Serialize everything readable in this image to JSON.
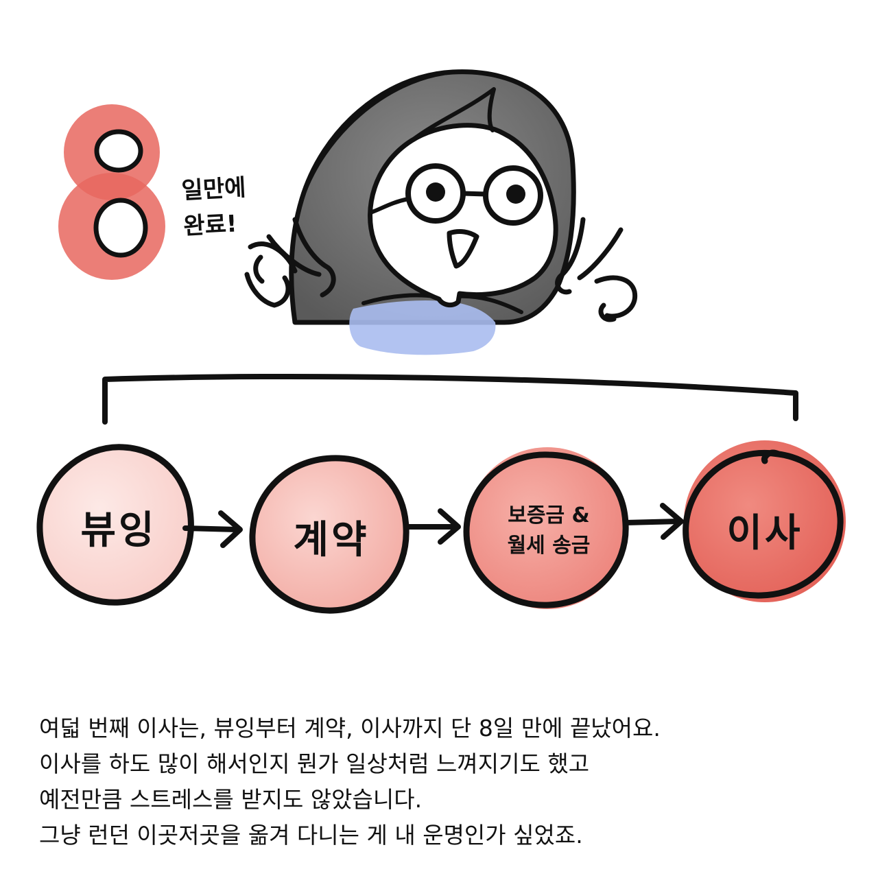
{
  "badge": {
    "number": "8",
    "note_line1": "일만에",
    "note_line2": "완료!"
  },
  "steps": [
    {
      "label": "뷰잉"
    },
    {
      "label": "계약"
    },
    {
      "label_line1": "보증금 &",
      "label_line2": "월세 송금"
    },
    {
      "label": "이사"
    }
  ],
  "caption": [
    "여덟 번째 이사는, 뷰잉부터 계약, 이사까지 단 8일 만에 끝났어요.",
    "이사를 하도 많이 해서인지 뭔가 일상처럼 느껴지기도 했고",
    "예전만큼 스트레스를 받지도 않았습니다.",
    "그냥 런던 이곳저곳을 옮겨 다니는 게 내 운명인가 싶었죠."
  ],
  "colors": {
    "ink": "#111111",
    "red": "#e8675f",
    "hair": "#6e6e6e",
    "shirt": "#aabcf0",
    "pink_light": "#fbdcd8",
    "pink_mid": "#f6bcb6",
    "pink_deep": "#ef9088"
  }
}
